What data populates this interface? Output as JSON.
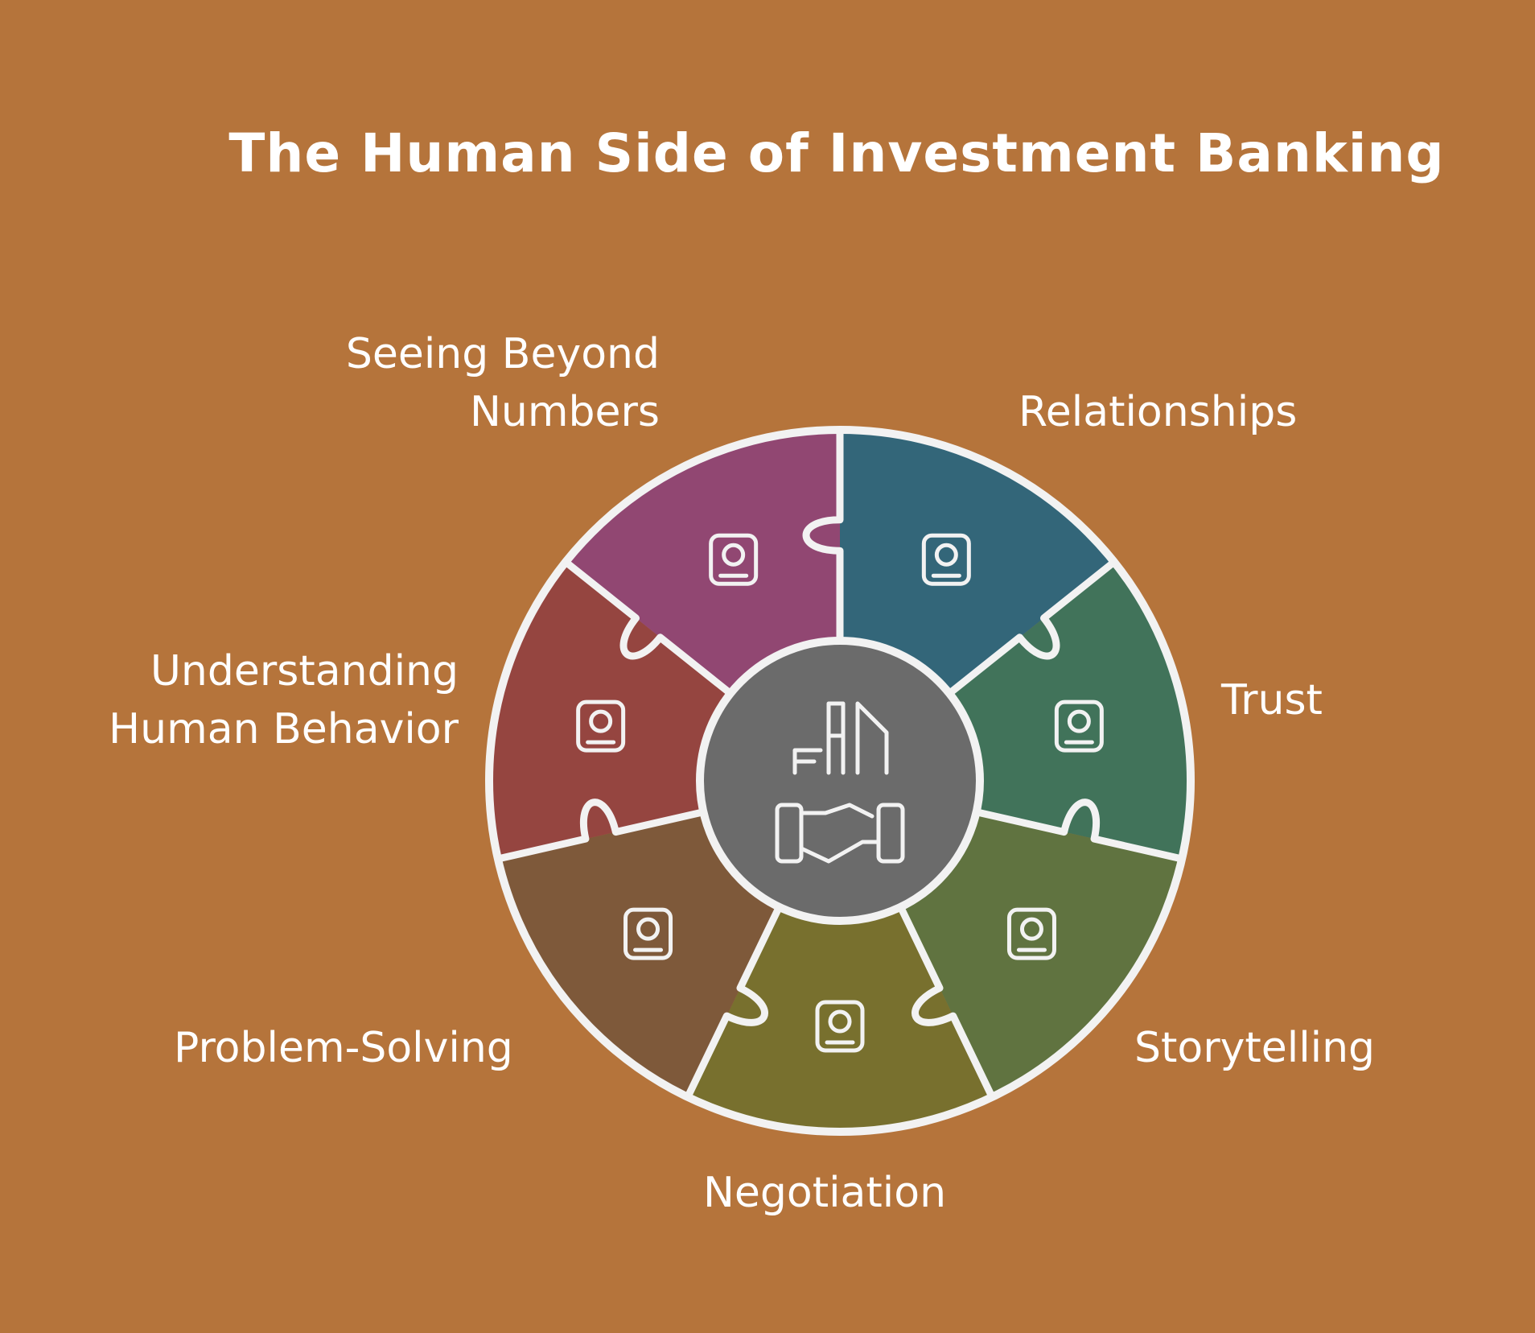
{
  "title": "The Human Side of Investment Banking",
  "colors": {
    "background": "#B5743B",
    "outline": "#F2F2F2",
    "center": "#6B6B6B",
    "relationships": "#336679",
    "trust": "#41735A",
    "storytelling": "#607340",
    "negotiation": "#78702E",
    "problem_solving": "#7E593A",
    "understanding_human_behavior": "#954540",
    "seeing_beyond_numbers": "#914772"
  },
  "segments": [
    {
      "id": "relationships",
      "label_lines": [
        "Relationships"
      ],
      "icon": "people-idea-icon"
    },
    {
      "id": "trust",
      "label_lines": [
        "Trust"
      ],
      "icon": "eye-handshake-icon"
    },
    {
      "id": "storytelling",
      "label_lines": [
        "Storytelling"
      ],
      "icon": "open-book-icon"
    },
    {
      "id": "negotiation",
      "label_lines": [
        "Negotiation"
      ],
      "icon": "balance-scale-icon"
    },
    {
      "id": "problem_solving",
      "label_lines": [
        "Problem-Solving"
      ],
      "icon": "person-lightbulb-icon"
    },
    {
      "id": "understanding_human_behavior",
      "label_lines": [
        "Understanding",
        "Human Behavior"
      ],
      "icon": "head-gear-icon"
    },
    {
      "id": "seeing_beyond_numbers",
      "label_lines": [
        "Seeing Beyond",
        "Numbers"
      ],
      "icon": "data-search-icon"
    }
  ],
  "center": {
    "icon": "buildings-handshake-icon"
  }
}
